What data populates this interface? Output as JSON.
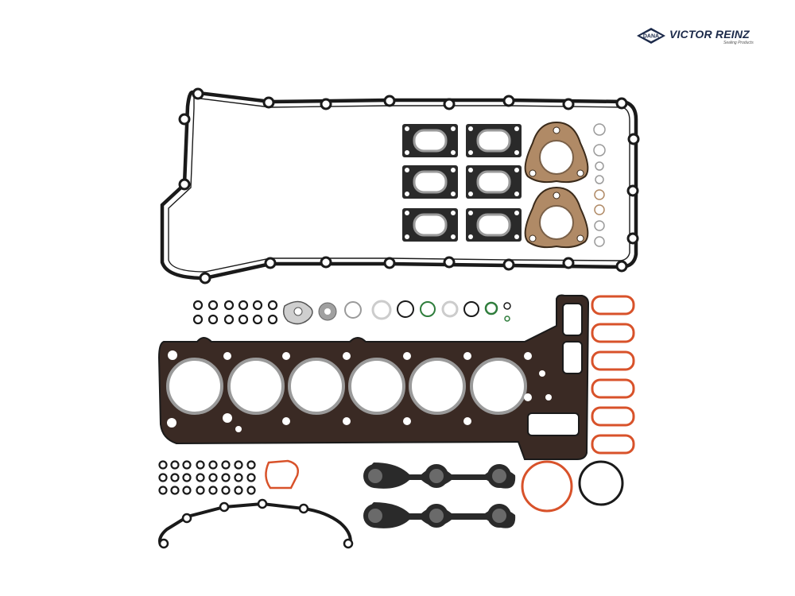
{
  "brand": {
    "badge_text": "DANA",
    "name": "VICTOR REINZ",
    "tagline": "Sealing Products"
  },
  "colors": {
    "gasket_black": "#1a1a1a",
    "head_gasket_brown": "#3a2a24",
    "manifold_tan": "#b08a66",
    "intake_orange": "#d8522a",
    "oring_green": "#2f7d3c",
    "washer_grey": "#a0a0a0",
    "brand_navy": "#1c2a4a"
  },
  "parts": [
    {
      "name": "valve-cover-gasket"
    },
    {
      "name": "exhaust-manifold-gasket-set",
      "count": 6
    },
    {
      "name": "exhaust-flange-gasket",
      "count": 2
    },
    {
      "name": "sealing-ring",
      "count": 7
    },
    {
      "name": "o-ring-set-small",
      "count": 12
    },
    {
      "name": "cylinder-head-gasket",
      "cylinders": 6
    },
    {
      "name": "intake-manifold-gasket",
      "count": 6
    },
    {
      "name": "valve-stem-seal-set",
      "count": 24
    },
    {
      "name": "spark-plug-tube-seal",
      "count": 2
    },
    {
      "name": "timing-cover-gasket"
    },
    {
      "name": "thermostat-seal",
      "count": 2
    }
  ]
}
